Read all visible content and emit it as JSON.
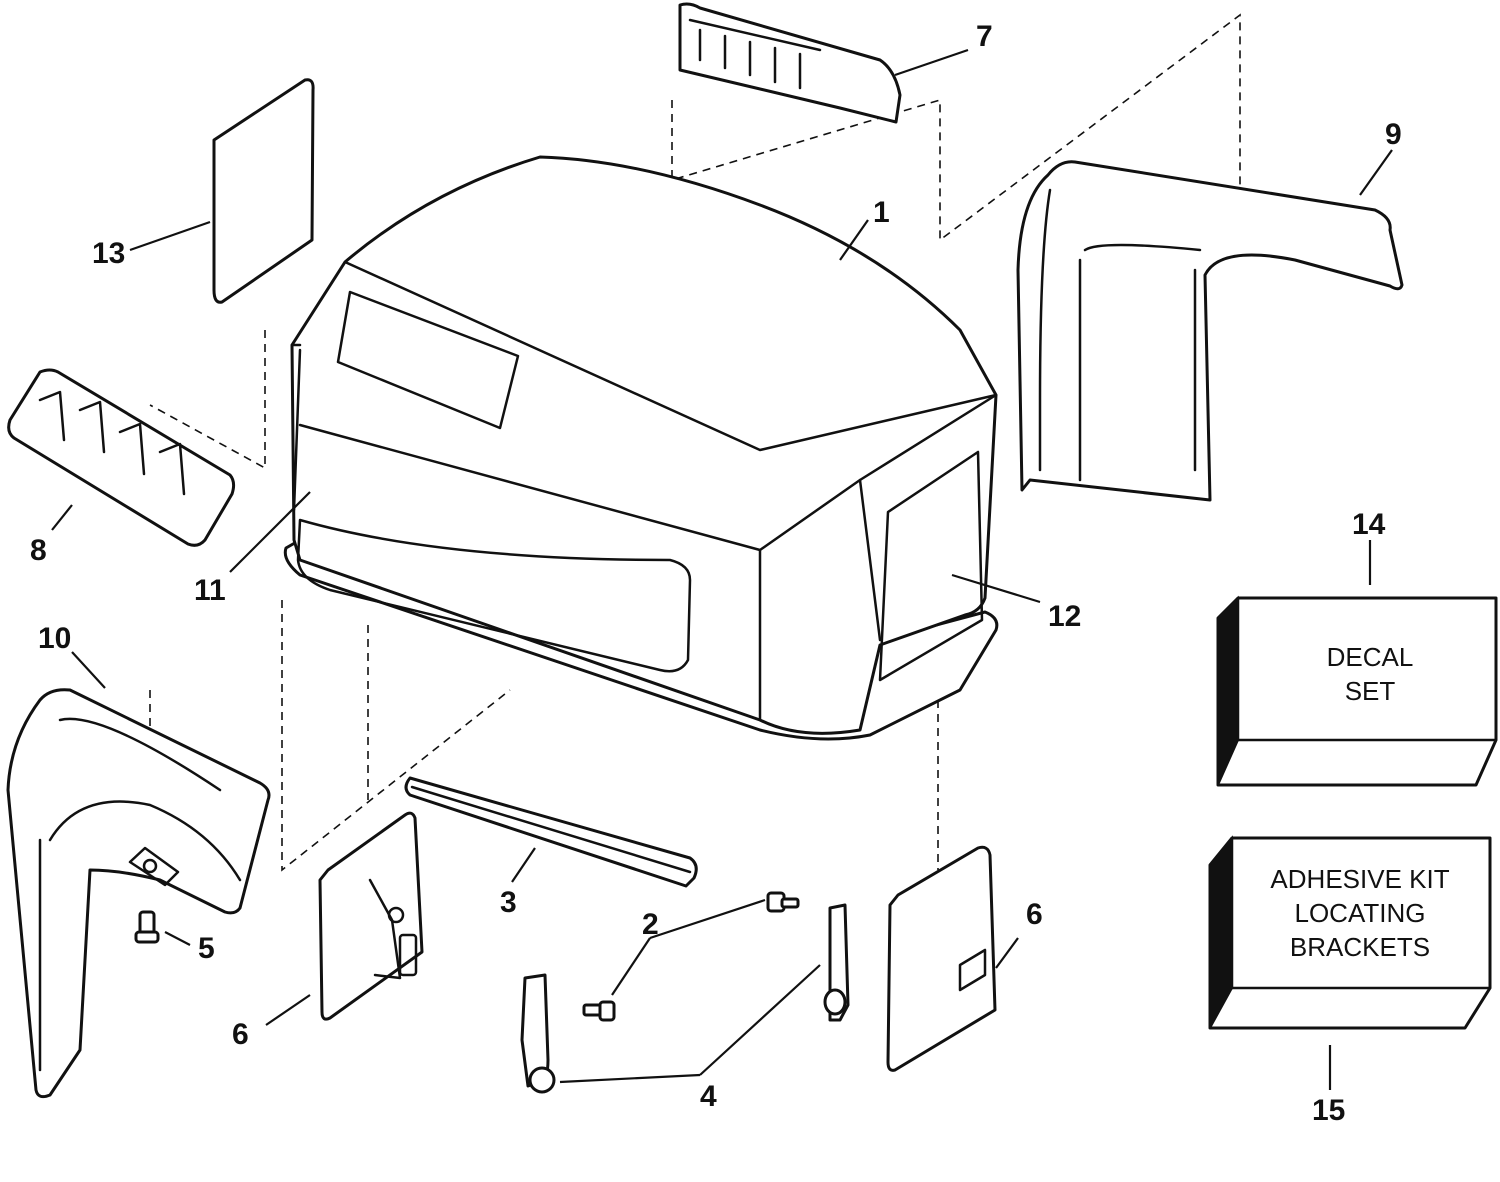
{
  "callouts": {
    "c1": "1",
    "c2": "2",
    "c3": "3",
    "c4": "4",
    "c5": "5",
    "c6a": "6",
    "c6b": "6",
    "c7": "7",
    "c8": "8",
    "c9": "9",
    "c10": "10",
    "c11": "11",
    "c12": "12",
    "c13": "13",
    "c14": "14",
    "c15": "15"
  },
  "box14": {
    "line1": "DECAL",
    "line2": "SET"
  },
  "box15": {
    "line1": "ADHESIVE KIT",
    "line2": "LOCATING",
    "line3": "BRACKETS"
  },
  "colors": {
    "ink": "#111111",
    "paper": "#ffffff"
  }
}
